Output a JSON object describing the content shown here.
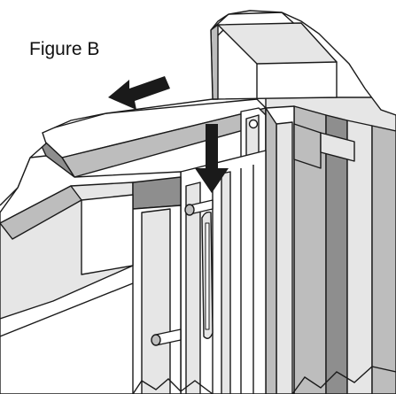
{
  "figure": {
    "label": "Figure B"
  },
  "colors": {
    "ink": "#1a1a1a",
    "gray_dark": "#8e8e8e",
    "gray_mid": "#bdbdbd",
    "gray_light": "#e6e6e6",
    "white": "#ffffff"
  },
  "arrows": [
    {
      "name": "left-direction-arrow",
      "direction": "left"
    },
    {
      "name": "down-direction-arrow",
      "direction": "down"
    }
  ]
}
